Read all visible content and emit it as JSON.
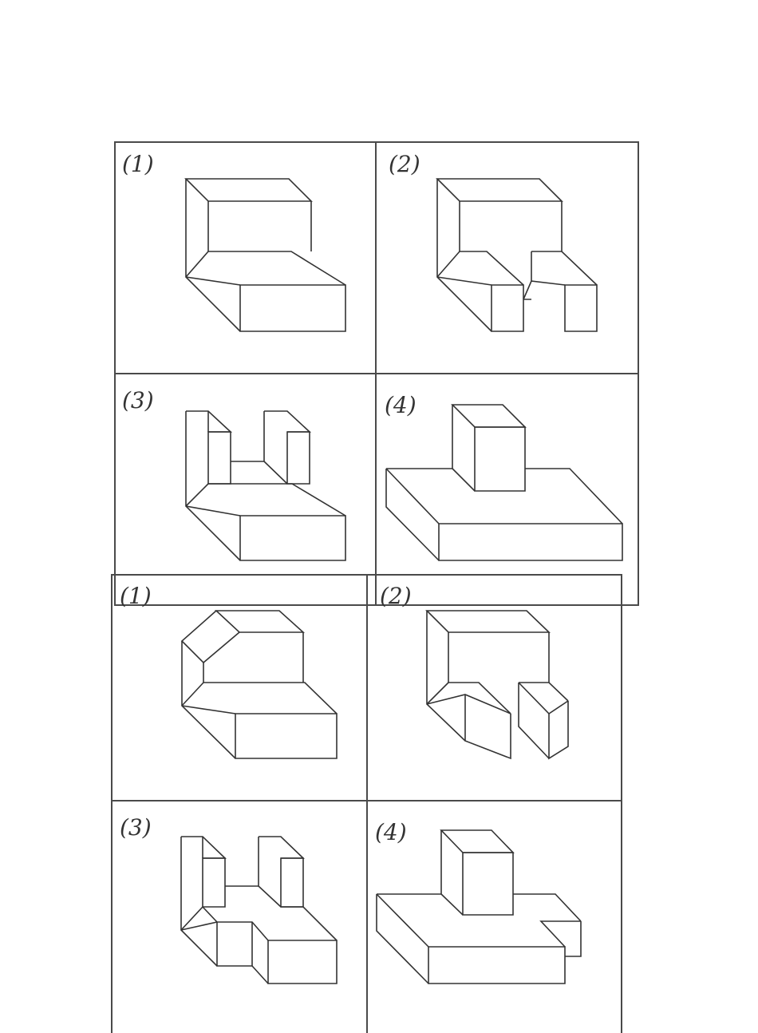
{
  "top_panel": {
    "labels": [
      "(1)",
      "(2)",
      "(3)",
      "(4)"
    ]
  },
  "bottom_panel": {
    "labels": [
      "(1)",
      "(2)",
      "(3)",
      "(4)"
    ]
  },
  "colors": {
    "line": "#333333",
    "background": "#ffffff",
    "grid": "#4a4a4a"
  }
}
